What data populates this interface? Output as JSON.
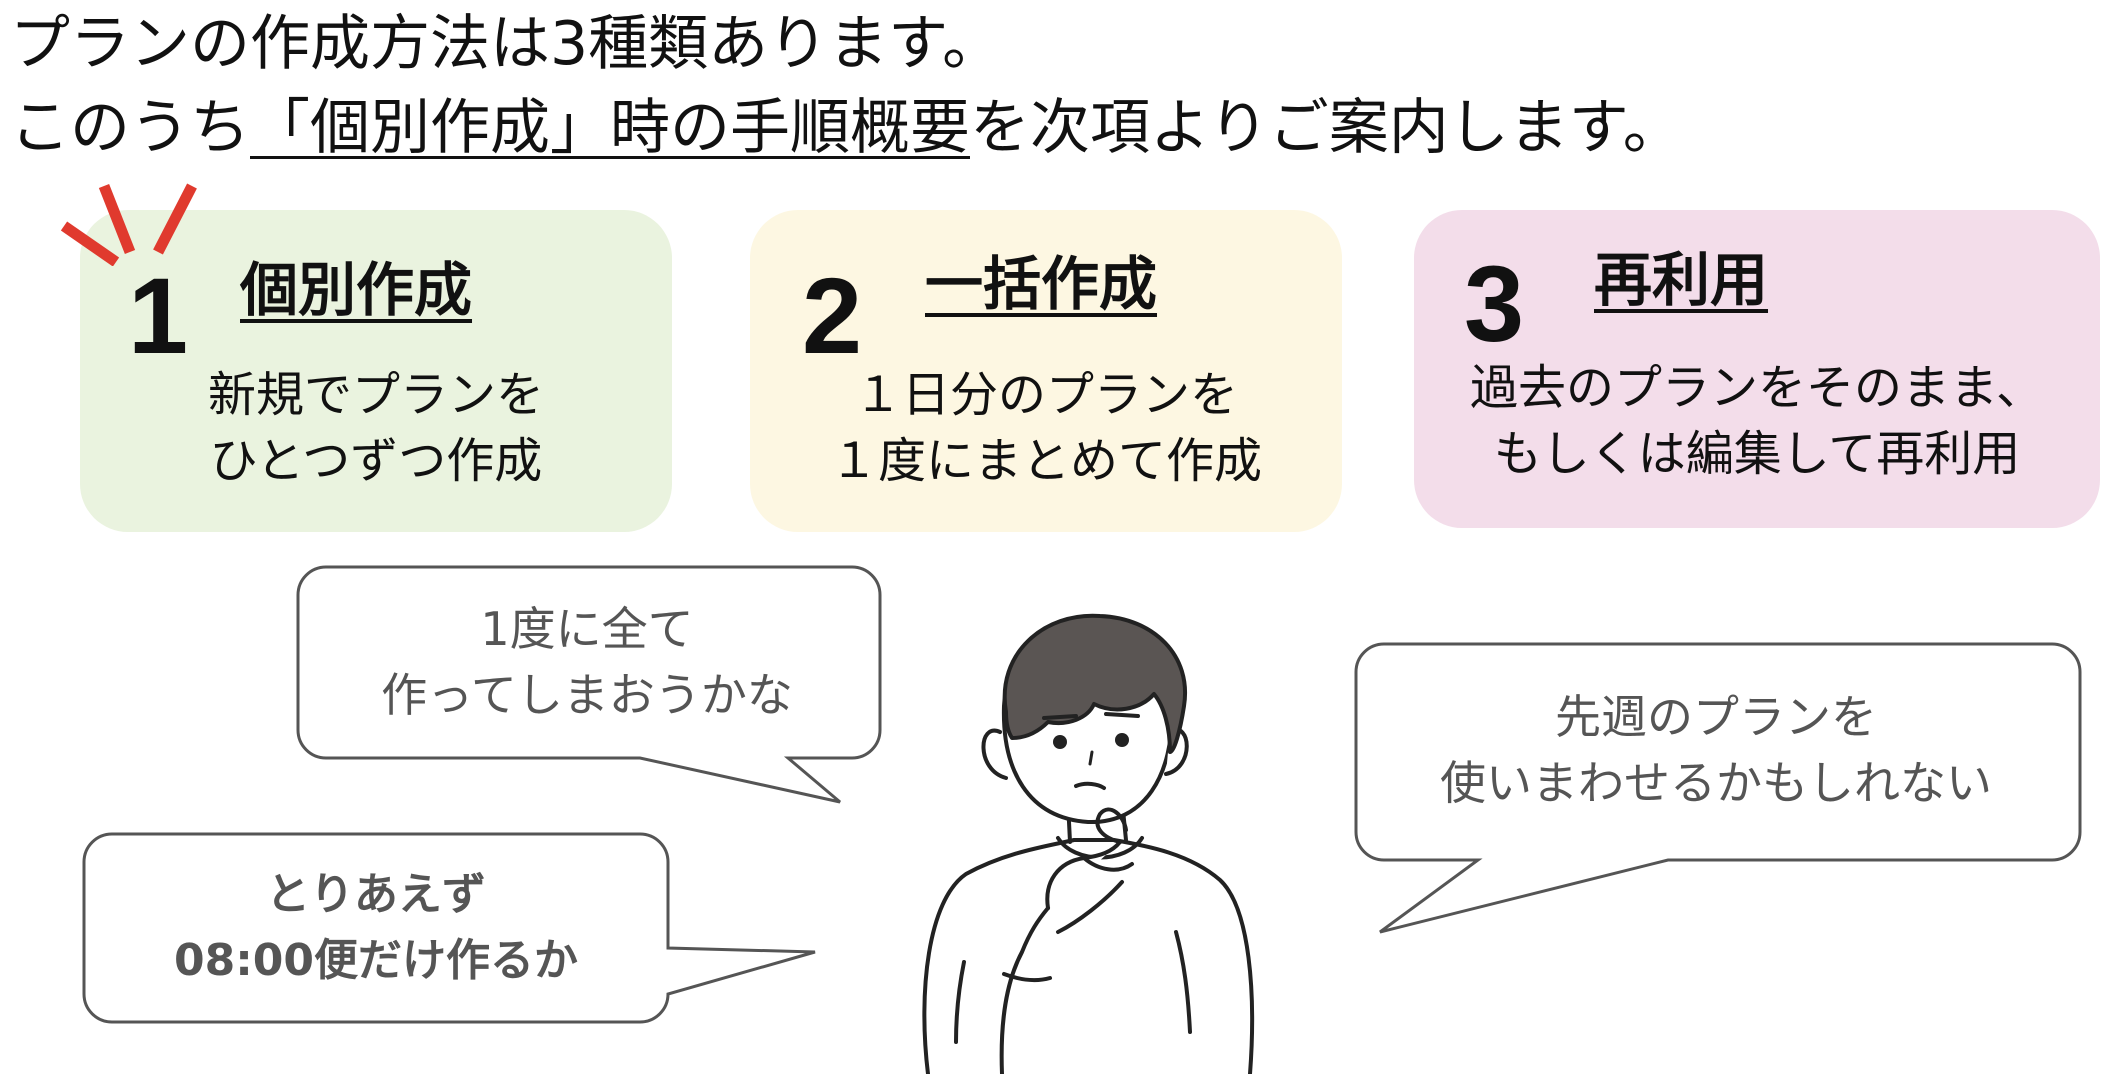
{
  "intro": {
    "line1": "プランの作成方法は3種類あります。",
    "line2_before": "このうち",
    "line2_highlight": "「個別作成」時の手順概要",
    "line2_after": "を次項よりご案内します。"
  },
  "methods": [
    {
      "number": "1",
      "title": "個別作成",
      "description": "新規でプランを\nひとつずつ作成",
      "color": "#EAF3DF"
    },
    {
      "number": "2",
      "title": "一括作成",
      "description": "１日分のプランを\n１度にまとめて作成",
      "color": "#FDF7E2"
    },
    {
      "number": "3",
      "title": "再利用",
      "description": "過去のプランをそのまま、\nもしくは編集して再利用",
      "color": "#F3DDEA"
    }
  ],
  "bubbles": [
    {
      "text": "1度に全て\n作ってしまおうかな"
    },
    {
      "text": "とりあえず\n08:00便だけ作るか"
    },
    {
      "text": "先週のプランを\n使いまわせるかもしれない"
    }
  ],
  "colors": {
    "accent_red": "#E03A2E",
    "bubble_border": "#555555",
    "bubble_text": "#555555",
    "hair": "#5A5553"
  },
  "icons": {
    "accent": "emphasis-lines-icon",
    "person": "thinking-person-illustration"
  }
}
